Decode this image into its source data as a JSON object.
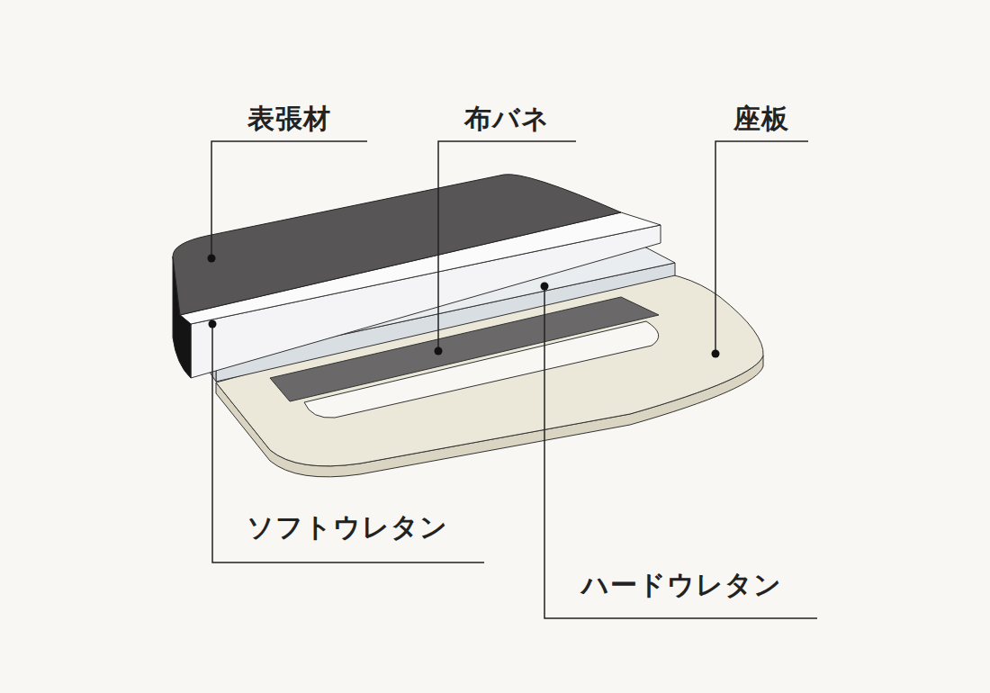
{
  "diagram": {
    "labels": [
      "表張材",
      "布バネ",
      "座板",
      "ソフトウレタン",
      "ハードウレタン"
    ]
  }
}
